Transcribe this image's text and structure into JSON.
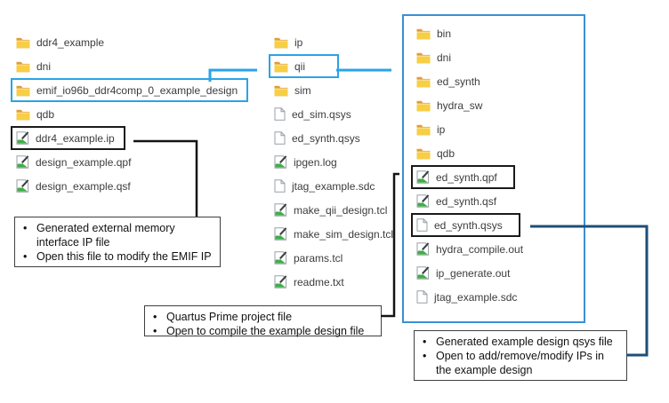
{
  "tree": {
    "root": {
      "items": [
        {
          "label": "ddr4_example",
          "icon": "folder"
        },
        {
          "label": "dni",
          "icon": "folder"
        },
        {
          "label": "emif_io96b_ddr4comp_0_example_design",
          "icon": "folder",
          "boxed": "blue"
        },
        {
          "label": "qdb",
          "icon": "folder"
        },
        {
          "label": "ddr4_example.ip",
          "icon": "edit",
          "boxed": "black"
        },
        {
          "label": "design_example.qpf",
          "icon": "edit"
        },
        {
          "label": "design_example.qsf",
          "icon": "edit"
        }
      ]
    },
    "example_design": {
      "items": [
        {
          "label": "ip",
          "icon": "folder"
        },
        {
          "label": "qii",
          "icon": "folder",
          "boxed": "blue"
        },
        {
          "label": "sim",
          "icon": "folder"
        },
        {
          "label": "ed_sim.qsys",
          "icon": "doc"
        },
        {
          "label": "ed_synth.qsys",
          "icon": "doc"
        },
        {
          "label": "ipgen.log",
          "icon": "edit"
        },
        {
          "label": "jtag_example.sdc",
          "icon": "doc"
        },
        {
          "label": "make_qii_design.tcl",
          "icon": "edit"
        },
        {
          "label": "make_sim_design.tcl",
          "icon": "edit"
        },
        {
          "label": "params.tcl",
          "icon": "edit"
        },
        {
          "label": "readme.txt",
          "icon": "edit"
        }
      ]
    },
    "qii": {
      "items": [
        {
          "label": "bin",
          "icon": "folder"
        },
        {
          "label": "dni",
          "icon": "folder"
        },
        {
          "label": "ed_synth",
          "icon": "folder"
        },
        {
          "label": "hydra_sw",
          "icon": "folder"
        },
        {
          "label": "ip",
          "icon": "folder"
        },
        {
          "label": "qdb",
          "icon": "folder"
        },
        {
          "label": "ed_synth.qpf",
          "icon": "edit",
          "boxed": "black"
        },
        {
          "label": "ed_synth.qsf",
          "icon": "edit"
        },
        {
          "label": "ed_synth.qsys",
          "icon": "doc",
          "boxed": "black"
        },
        {
          "label": "hydra_compile.out",
          "icon": "edit"
        },
        {
          "label": "ip_generate.out",
          "icon": "edit"
        },
        {
          "label": "jtag_example.sdc",
          "icon": "doc"
        }
      ]
    }
  },
  "notes": {
    "emif_ip": {
      "bullets": [
        "Generated external memory\ninterface IP file",
        "Open this file to modify the EMIF IP"
      ]
    },
    "project_file": {
      "bullets": [
        "Quartus Prime project file",
        "Open to compile the example design file"
      ]
    },
    "qsys_file": {
      "bullets": [
        "Generated example design qsys file",
        "Open to add/remove/modify IPs in\nthe example design"
      ]
    }
  },
  "colors": {
    "highlight_blue": "#2aa3e8",
    "container_blue": "#3a8fd6",
    "dark_blue": "#1f4e79",
    "connector_black": "#141414",
    "folder_yellow": "#f7ce46",
    "folder_tab": "#e19b3c",
    "icon_green": "#3fae49",
    "icon_yellow": "#f2d13e"
  },
  "icons": {
    "folder": "folder-icon",
    "doc": "document-icon",
    "edit": "modified-file-icon"
  }
}
